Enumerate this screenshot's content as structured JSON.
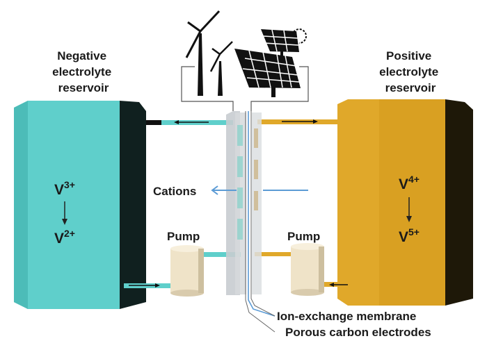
{
  "left_reservoir": {
    "title_lines": [
      "Negative",
      "electrolyte",
      "reservoir"
    ],
    "ion_from": "V",
    "ion_from_charge": "3+",
    "ion_to": "V",
    "ion_to_charge": "2+",
    "color": "#5fcfcb",
    "side_color": "#10201f"
  },
  "right_reservoir": {
    "title_lines": [
      "Positive",
      "electrolyte",
      "reservoir"
    ],
    "ion_from": "V",
    "ion_from_charge": "4+",
    "ion_to": "V",
    "ion_to_charge": "5+",
    "color": "#e0a82a",
    "side_color": "#1e1808"
  },
  "labels": {
    "cations": "Cations",
    "pump_left": "Pump",
    "pump_right": "Pump",
    "membrane": "Ion-exchange membrane",
    "electrodes": "Porous carbon electrodes"
  },
  "icons": [
    "wind-turbine-icon",
    "solar-panel-icon",
    "sun-icon"
  ],
  "colors": {
    "membrane": "#5b9bd5",
    "pump": "#efe3c8",
    "stack": "#d6d9dc"
  }
}
